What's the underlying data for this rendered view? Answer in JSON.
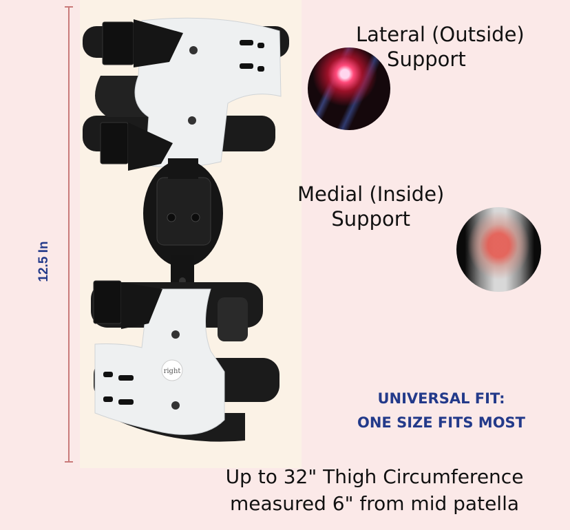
{
  "measurement": {
    "label": "12.5 In",
    "line_color": "#c97a7a",
    "label_color": "#233a8a"
  },
  "product": {
    "image": "knee-brace-photo",
    "side_label": "right"
  },
  "features": [
    {
      "title_line1": "Lateral (Outside)",
      "title_line2": "Support",
      "image": "knee-xray-lateral-pain"
    },
    {
      "title_line1": "Medial (Inside)",
      "title_line2": "Support",
      "image": "knee-xray-medial-pain"
    }
  ],
  "fit": {
    "line1": "UNIVERSAL FIT:",
    "line2": "ONE SIZE FITS MOST",
    "color": "#233a8a"
  },
  "sizing": {
    "line1": "Up to 32\" Thigh Circumference",
    "line2": "measured 6\" from mid patella"
  },
  "colors": {
    "background": "#fbe9e8",
    "photo_background": "#fbf2e6"
  }
}
